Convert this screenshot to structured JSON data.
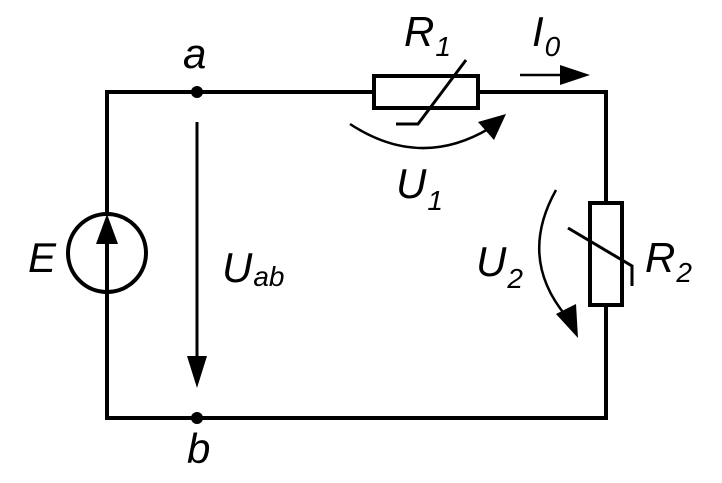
{
  "nodes": {
    "a": "a",
    "b": "b"
  },
  "source": {
    "label": "E"
  },
  "voltage_ab": {
    "main": "U",
    "sub": "ab"
  },
  "resistor1": {
    "main": "R",
    "sub": "1"
  },
  "resistor2": {
    "main": "R",
    "sub": "2"
  },
  "voltage1": {
    "main": "U",
    "sub": "1"
  },
  "voltage2": {
    "main": "U",
    "sub": "2"
  },
  "current": {
    "main": "I",
    "sub": "0"
  },
  "colors": {
    "line": "#000000",
    "background": "#ffffff"
  }
}
